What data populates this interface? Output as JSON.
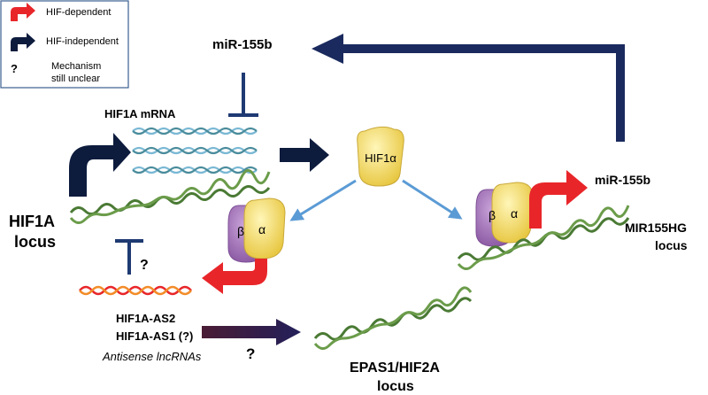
{
  "legend": {
    "hif_dependent": "HIF-dependent",
    "hif_independent": "HIF-independent",
    "question_mark": "?",
    "unclear_line1": "Mechanism",
    "unclear_line2": "still unclear"
  },
  "labels": {
    "mir155b_top": "miR-155b",
    "hif1a_mrna": "HIF1A mRNA",
    "hif1a_protein": "HIF1α",
    "mir155b_right": "miR-155b",
    "hif1a_locus_line1": "HIF1A",
    "hif1a_locus_line2": "locus",
    "beta_left": "β",
    "alpha_left": "α",
    "beta_right": "β",
    "alpha_right": "α",
    "mir155hg_line1": "MIR155HG",
    "mir155hg_line2": "locus",
    "q_antisense": "?",
    "hif1a_as2": "HIF1A-AS2",
    "hif1a_as1": "HIF1A-AS1 (?)",
    "antisense_lncrnas": "Antisense lncRNAs",
    "q_epas1": "?",
    "epas1_line1": "EPAS1/HIF2A",
    "epas1_line2": "locus"
  },
  "colors": {
    "hif_dependent": "#e8262a",
    "hif_independent": "#0d1b3d",
    "inhibition": "#1f3a73",
    "feedback_arrow": "#1a2a5e",
    "blue_arrows": "#5b9bd5",
    "dna_green": "#4a7a34",
    "beta_subunit": "#9b6bb0",
    "alpha_subunit": "#f5dc6e"
  }
}
